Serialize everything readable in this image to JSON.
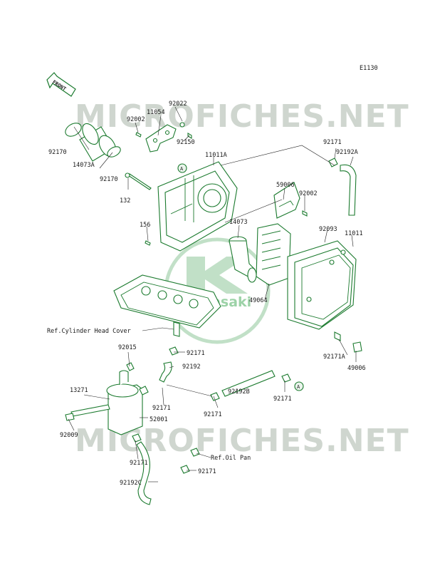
{
  "diagram_code": "E1130",
  "front_label": "FRONT",
  "watermark": "MICROFICHES.NET",
  "logo_text": "Kawasaki",
  "parts": {
    "p92022": "92022",
    "p11054": "11054",
    "p92002a": "92002",
    "p92150": "92150",
    "p92170a": "92170",
    "p14073a": "14073A",
    "p92170b": "92170",
    "p11011a": "11011A",
    "p132": "132",
    "p156": "156",
    "p92171a": "92171",
    "p92192a": "92192A",
    "p59006": "59006",
    "p92002b": "92002",
    "p14073": "14073",
    "p92093": "92093",
    "p11011": "11011",
    "p49064": "49064",
    "ref_head": "Ref.Cylinder Head Cover",
    "p92015": "92015",
    "p92171b": "92171",
    "p92192": "92192",
    "p92171c": "92171",
    "p92192b": "92192B",
    "p92171d": "92171",
    "p92171a2": "92171A",
    "p49006": "49006",
    "p13271": "13271",
    "p92171e": "92171",
    "p52001": "52001",
    "p92009": "92009",
    "p92171f": "92171",
    "ref_oil": "Ref.Oil Pan",
    "p92171g": "92171",
    "p92192c": "92192C"
  },
  "callout_a": "A"
}
